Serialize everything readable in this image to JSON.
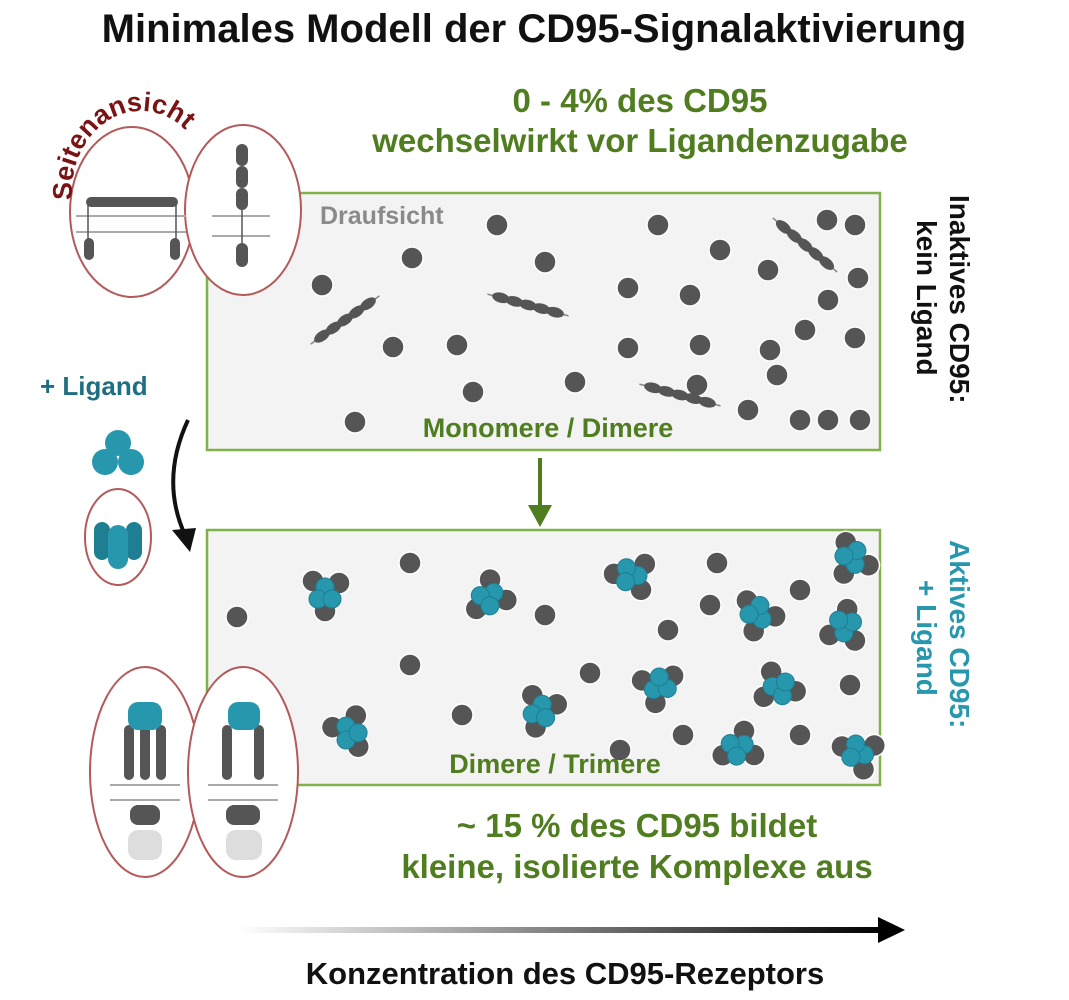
{
  "title": "Minimales Modell der CD95-Signalaktivierung",
  "top_caption": [
    "0 - 4% des CD95",
    "wechselwirkt vor Ligandenzugabe"
  ],
  "side_view_label": "Seitenansicht",
  "top_view_label": "Draufsicht",
  "top_panel_label": "Monomere / Dimere",
  "bottom_panel_label": "Dimere / Trimere",
  "right_label_top": [
    "Inaktives CD95:",
    "kein Ligand"
  ],
  "right_label_bottom": [
    "Aktives CD95:",
    "+ Ligand"
  ],
  "ligand_label": "+ Ligand",
  "bottom_caption": [
    "~ 15 % des CD95 bildet",
    "kleine, isolierte Komplexe aus"
  ],
  "axis_label": "Konzentration des CD95-Rezeptors",
  "colors": {
    "green": "#4f7d1f",
    "teal": "#2797ad",
    "dark": "#555555",
    "maroon": "#7a1414",
    "panel_border": "#7fb24a",
    "panel_fill": "#f3f3f3"
  }
}
